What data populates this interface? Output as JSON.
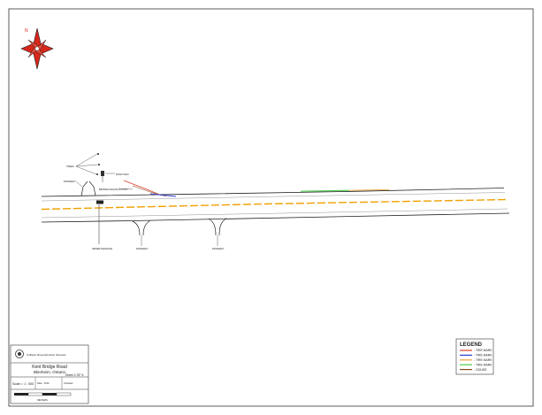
{
  "compass": {
    "north_label": "N"
  },
  "labels": {
    "trees": "TREES",
    "driveway_upper": "DRIVEWAY",
    "road_sign": "ROAD SIGN",
    "broken_railing": "BROKEN RAILING & POST",
    "sewer_manhole": "SEWER MANHOLE",
    "driveway_mid": "DRIVEWAY",
    "driveway_right": "DRIVEWAY"
  },
  "title_block": {
    "firm_name": "Collision Reconstruction Services",
    "project_line1": "Kent Bridge Road",
    "project_line2": "Blenheim, Ontario",
    "sheet_label": "Sheet 2 OF 6",
    "scale_text": "Scale = 1 : 500",
    "date_text": "Date : 2016",
    "checked_text": "Checked",
    "scale_bar_label": "METERS"
  },
  "legend": {
    "title": "LEGEND",
    "items": [
      {
        "label": "- TIRE MARK",
        "color": "#d9412b"
      },
      {
        "label": "- TIRE MARK",
        "color": "#2f3fd0"
      },
      {
        "label": "- TIRE MARK",
        "color": "#e8a23a"
      },
      {
        "label": "- TIRE MARK",
        "color": "#4cc94c"
      },
      {
        "label": "- GOUGE",
        "color": "#8a4a1c"
      }
    ]
  },
  "colors": {
    "centerline": "#f0a000",
    "compass_red": "#d8261b"
  }
}
